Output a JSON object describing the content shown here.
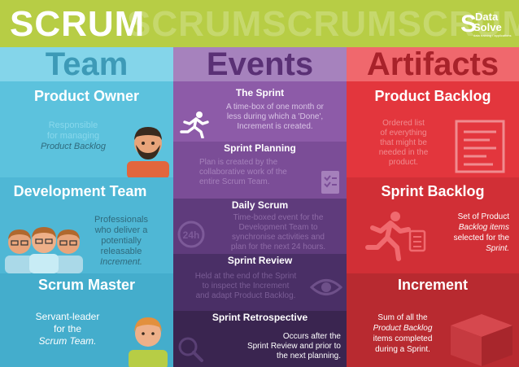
{
  "header": {
    "title": "SCRUM",
    "watermark": "SCRUMSCRUMSCRUMSCRUM",
    "logo": {
      "data": "Data",
      "solve": "Solve",
      "tagline": "data training / applications",
      "mark": "S"
    }
  },
  "columns": {
    "team": {
      "heading": "Team",
      "items": [
        {
          "title": "Product Owner",
          "desc_parts": [
            "Responsible",
            "for managing",
            "Product Backlog"
          ]
        },
        {
          "title": "Development Team",
          "desc_parts": [
            "Professionals",
            "who deliver a",
            "potentially",
            "releasable",
            "Increment."
          ]
        },
        {
          "title": "Scrum Master",
          "desc_parts": [
            "Servant-leader",
            "for the",
            "Scrum Team."
          ]
        }
      ]
    },
    "events": {
      "heading": "Events",
      "items": [
        {
          "title": "The Sprint",
          "desc_parts": [
            "A time-box of one month or",
            "less during which a 'Done',",
            "Increment is created."
          ]
        },
        {
          "title": "Sprint Planning",
          "desc_parts": [
            "Plan is created by the",
            "collaborative work of the",
            "entire Scrum Team."
          ]
        },
        {
          "title": "Daily Scrum",
          "desc_parts": [
            "Time-boxed event for the",
            "Development Team to",
            "synchronise activities and",
            "plan for the next 24 hours."
          ]
        },
        {
          "title": "Sprint Review",
          "desc_parts": [
            "Held at the end of the Sprint",
            "to inspect the Increment",
            "and adapt Product Backlog."
          ]
        },
        {
          "title": "Sprint Retrospective",
          "desc_parts": [
            "Occurs after the",
            "Sprint Review and prior to",
            "the next planning."
          ]
        }
      ]
    },
    "artifacts": {
      "heading": "Artifacts",
      "items": [
        {
          "title": "Product Backlog",
          "desc_parts": [
            "Ordered list",
            "of everything",
            "that might be",
            "needed in the",
            "product."
          ]
        },
        {
          "title": "Sprint Backlog",
          "desc_parts": [
            "Set of Product",
            "Backlog items",
            "selected for the",
            "Sprint."
          ]
        },
        {
          "title": "Increment",
          "desc_parts": [
            "Sum of all the",
            "Product Backlog",
            "items completed",
            "during a Sprint."
          ]
        }
      ]
    }
  },
  "icon_names": [
    "person-bearded-icon",
    "team-people-icon",
    "person-orange-hair-icon",
    "runner-icon",
    "checklist-icon",
    "clock-24h-icon",
    "eye-icon",
    "magnifier-icon",
    "document-lines-icon",
    "runner-checklist-icon",
    "box-icon"
  ],
  "colors": {
    "header": "#b7cd45",
    "team": "#5cc2dd",
    "events": "#8d5ba8",
    "artifacts": "#e3363d"
  }
}
